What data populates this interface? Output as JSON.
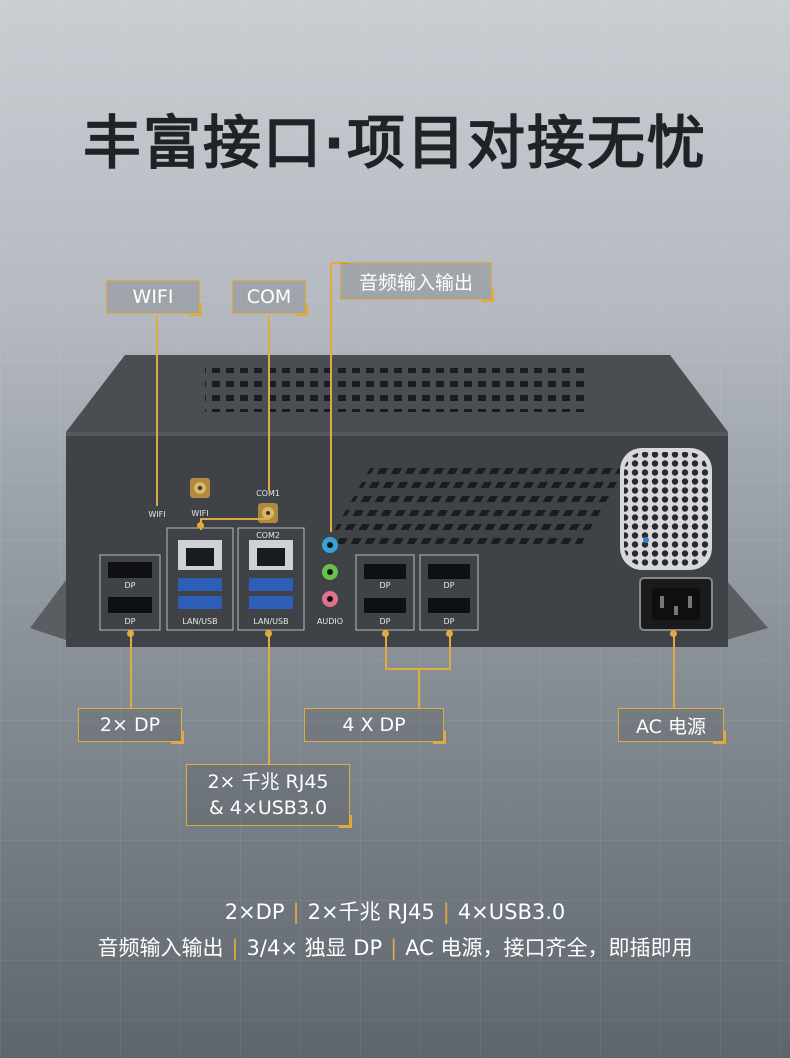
{
  "headline": "丰富接口·项目对接无忧",
  "callouts": {
    "wifi": "WIFI",
    "com": "COM",
    "audio": "音频输入输出",
    "dp2": "2× DP",
    "dp4": "4 X DP",
    "ac": "AC 电源",
    "rj45_line1": "2× 千兆 RJ45",
    "rj45_line2": "& 4×USB3.0"
  },
  "panel_labels": {
    "wifi_left": "WIFI",
    "wifi_antenna": "WIFI",
    "com1": "COM1",
    "com2": "COM2",
    "dp": "DP",
    "lan_usb": "LAN/USB",
    "audio": "AUDIO"
  },
  "summary": {
    "line1": [
      "2×DP",
      "2×千兆 RJ45",
      "4×USB3.0"
    ],
    "line2": [
      "音频输入输出",
      "3/4× 独显 DP",
      "AC 电源，接口齐全，即插即用"
    ]
  },
  "colors": {
    "accent": "#e0aa3e",
    "chassis": "#3f4247",
    "headline": "#1f2226"
  }
}
